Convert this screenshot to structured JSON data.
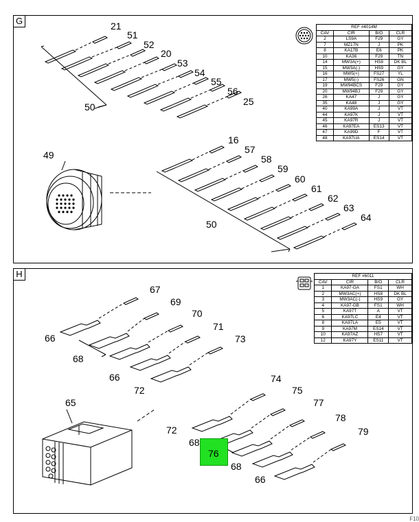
{
  "panels": {
    "g": {
      "letter": "G",
      "ref_table": {
        "ref": "REF #4014M",
        "headers": [
          "CAV",
          "CIR",
          "B/O",
          "CLR"
        ],
        "rows": [
          [
            "2",
            "LS9A",
            "F29",
            "GY"
          ],
          [
            "7",
            "MZ17N",
            "J",
            "PK"
          ],
          [
            "8",
            "KA17B",
            "E6",
            "PK"
          ],
          [
            "10",
            "KA36",
            "F29",
            "TN"
          ],
          [
            "14",
            "MW3A(+)",
            "HS8",
            "DK BL"
          ],
          [
            "15",
            "MW3A(-)",
            "HS9",
            "GY"
          ],
          [
            "16",
            "MW5(+)",
            "FS27",
            "YL"
          ],
          [
            "17",
            "MW5(-)",
            "FS26",
            "GN"
          ],
          [
            "19",
            "MW94BCS",
            "F29",
            "GY"
          ],
          [
            "20",
            "MW94BJ",
            "F29",
            "GY"
          ],
          [
            "26",
            "KA47",
            "J",
            "GY"
          ],
          [
            "35",
            "KA48",
            "J",
            "GY"
          ],
          [
            "40",
            "KA99A",
            "J",
            "VT"
          ],
          [
            "44",
            "KA97K",
            "J",
            "VT"
          ],
          [
            "45",
            "KA97R",
            "J",
            "VT"
          ],
          [
            "46",
            "KA97EA",
            "ES13",
            "VT"
          ],
          [
            "47",
            "KA99D",
            "F",
            "VT"
          ],
          [
            "48",
            "KA97UA",
            "ES14",
            "VT"
          ]
        ]
      },
      "callouts": [
        "21",
        "51",
        "52",
        "20",
        "53",
        "54",
        "55",
        "56",
        "25",
        "50",
        "49",
        "16",
        "57",
        "58",
        "59",
        "60",
        "61",
        "62",
        "63",
        "64",
        "50"
      ]
    },
    "h": {
      "letter": "H",
      "ref_table": {
        "ref": "REF #6011",
        "headers": [
          "CAV",
          "CIR",
          "B/O",
          "CLR"
        ],
        "rows": [
          [
            "1",
            "KA97-GA",
            "FS1",
            "WH"
          ],
          [
            "2",
            "MW3AC(+)",
            "HS8",
            "DK BL"
          ],
          [
            "3",
            "MW3AC(-)",
            "HS9",
            "GY"
          ],
          [
            "4",
            "KA97-GB",
            "FS1",
            "WH"
          ],
          [
            "5",
            "KA97T",
            "A",
            "VT"
          ],
          [
            "6",
            "KA97LC",
            "E4",
            "VT"
          ],
          [
            "8",
            "KA97LA",
            "E5",
            "VT"
          ],
          [
            "9",
            "KA97M",
            "ES14",
            "VT"
          ],
          [
            "10",
            "KA97AZ",
            "HS7",
            "VT"
          ],
          [
            "12",
            "KA97Y",
            "ES11",
            "VT"
          ]
        ]
      },
      "callouts": [
        "67",
        "69",
        "66",
        "70",
        "68",
        "71",
        "73",
        "66",
        "72",
        "74",
        "65",
        "75",
        "77",
        "72",
        "68",
        "78",
        "79",
        "68",
        "66"
      ],
      "highlight_label": "76"
    }
  },
  "page_number": "F10"
}
